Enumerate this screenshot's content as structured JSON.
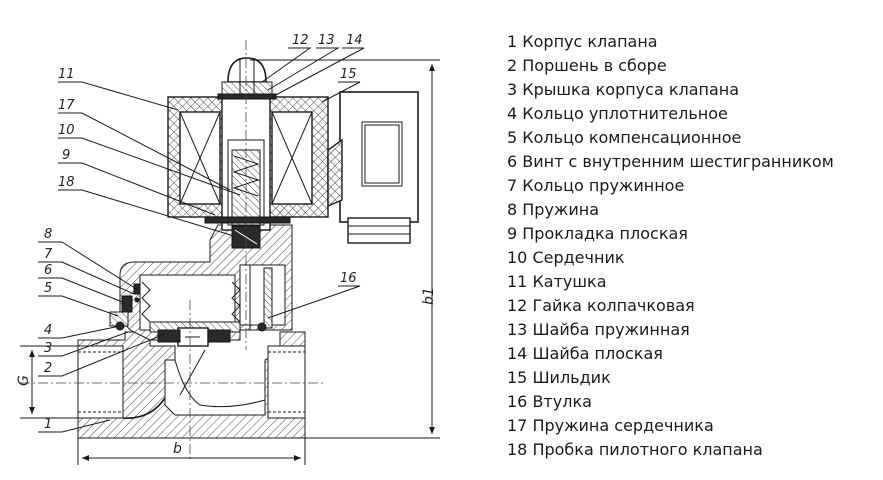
{
  "legend": [
    "1 Корпус клапана",
    "2 Поршень в сборе",
    "3 Крышка корпуса клапана",
    "4 Кольцо уплотнительное",
    "5 Кольцо компенсационное",
    "6 Винт с внутренним шестигранником",
    "7 Кольцо пружинное",
    "8 Пружина",
    "9 Прокладка плоская",
    "10 Сердечник",
    "11 Катушка",
    "12 Гайка колпачковая",
    "13 Шайба пружинная",
    "14 Шайба плоская",
    "15 Шильдик",
    "16 Втулка",
    "17 Пружина сердечника",
    "18 Пробка пилотного клапана"
  ],
  "callouts": {
    "c1": "1",
    "c2": "2",
    "c3": "3",
    "c4": "4",
    "c5": "5",
    "c6": "6",
    "c7": "7",
    "c8": "8",
    "c9": "9",
    "c10": "10",
    "c11": "11",
    "c12": "12",
    "c13": "13",
    "c14": "14",
    "c15": "15",
    "c16": "16",
    "c17": "17",
    "c18": "18"
  },
  "dimensions": {
    "G": "G",
    "b": "b",
    "b1": "b1"
  }
}
